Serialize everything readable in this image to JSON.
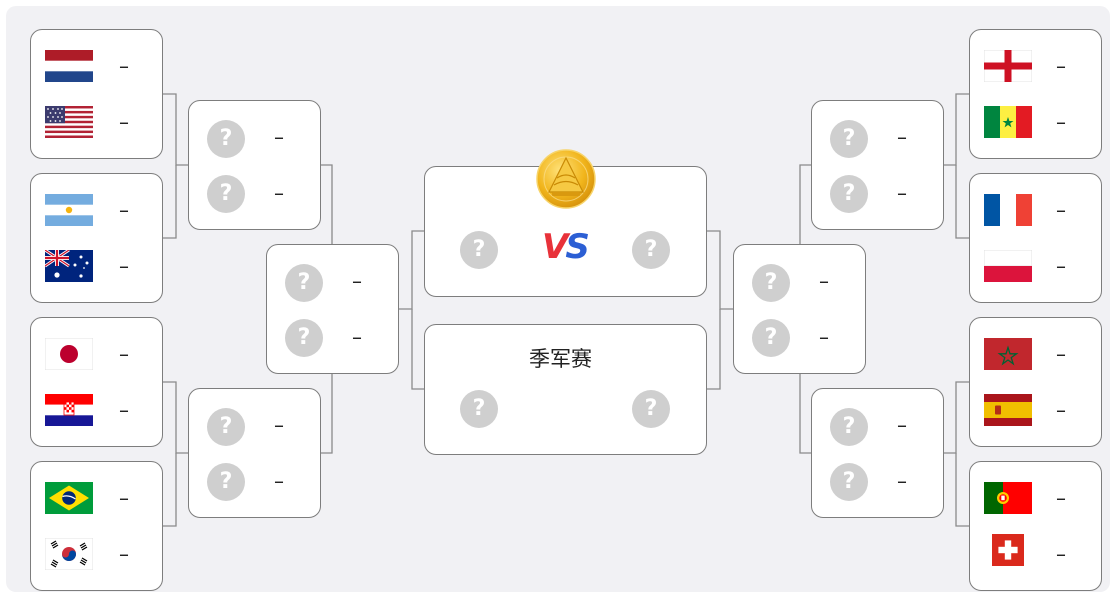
{
  "score_placeholder": "–",
  "unknown_symbol": "?",
  "vs_label": {
    "v": "V",
    "s": "S"
  },
  "third_place_title": "季军赛",
  "left_round_of_16": [
    {
      "top": "netherlands-flag",
      "bottom": "usa-flag"
    },
    {
      "top": "argentina-flag",
      "bottom": "australia-flag"
    },
    {
      "top": "japan-flag",
      "bottom": "croatia-flag"
    },
    {
      "top": "brazil-flag",
      "bottom": "south-korea-flag"
    }
  ],
  "right_round_of_16": [
    {
      "top": "england-flag",
      "bottom": "senegal-flag"
    },
    {
      "top": "france-flag",
      "bottom": "poland-flag"
    },
    {
      "top": "morocco-flag",
      "bottom": "spain-flag"
    },
    {
      "top": "portugal-flag",
      "bottom": "switzerland-flag"
    }
  ],
  "icons": {
    "trophy": "gold-trophy-coin-icon",
    "unknown": "question-mark-icon"
  },
  "colors": {
    "card_border": "#7d7d7d",
    "background": "#f1f1f4",
    "placeholder_circle": "#cfcfcf",
    "vs_v": "#e8323a",
    "vs_s": "#2c5fd4",
    "trophy_gold": "#f1b51c"
  }
}
